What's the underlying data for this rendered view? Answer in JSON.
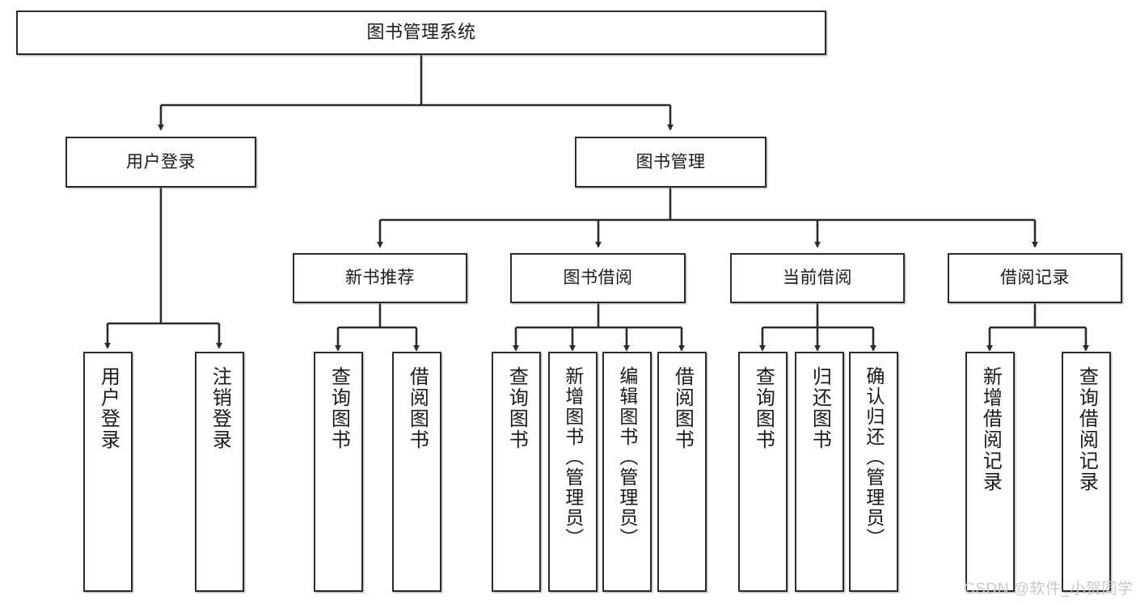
{
  "diagram": {
    "title": "图书管理系统",
    "type": "tree-hierarchy",
    "watermark": "CSDN @软件_小贺同学",
    "colors": {
      "box_border": "#2b2b2b",
      "box_fill": "#ffffff",
      "connector": "#2b2b2b",
      "text": "#1a1a1a",
      "watermark": "#c9c9c9"
    },
    "nodes": {
      "root": {
        "label": "图书管理系统"
      },
      "level2": [
        {
          "label": "用户登录"
        },
        {
          "label": "图书管理"
        }
      ],
      "level3": [
        {
          "label": "新书推荐"
        },
        {
          "label": "图书借阅"
        },
        {
          "label": "当前借阅"
        },
        {
          "label": "借阅记录"
        }
      ],
      "leaves": {
        "user_login": [
          {
            "label": "用户登录"
          },
          {
            "label": "注销登录"
          }
        ],
        "new_book": [
          {
            "label": "查询图书"
          },
          {
            "label": "借阅图书"
          }
        ],
        "book_borrow": [
          {
            "label": "查询图书"
          },
          {
            "label": "新增图书（管理员）"
          },
          {
            "label": "编辑图书（管理员）"
          },
          {
            "label": "借阅图书"
          }
        ],
        "current_borrow": [
          {
            "label": "查询图书"
          },
          {
            "label": "归还图书"
          },
          {
            "label": "确认归还（管理员）"
          }
        ],
        "borrow_record": [
          {
            "label": "新增借阅记录"
          },
          {
            "label": "查询借阅记录"
          }
        ]
      }
    }
  }
}
